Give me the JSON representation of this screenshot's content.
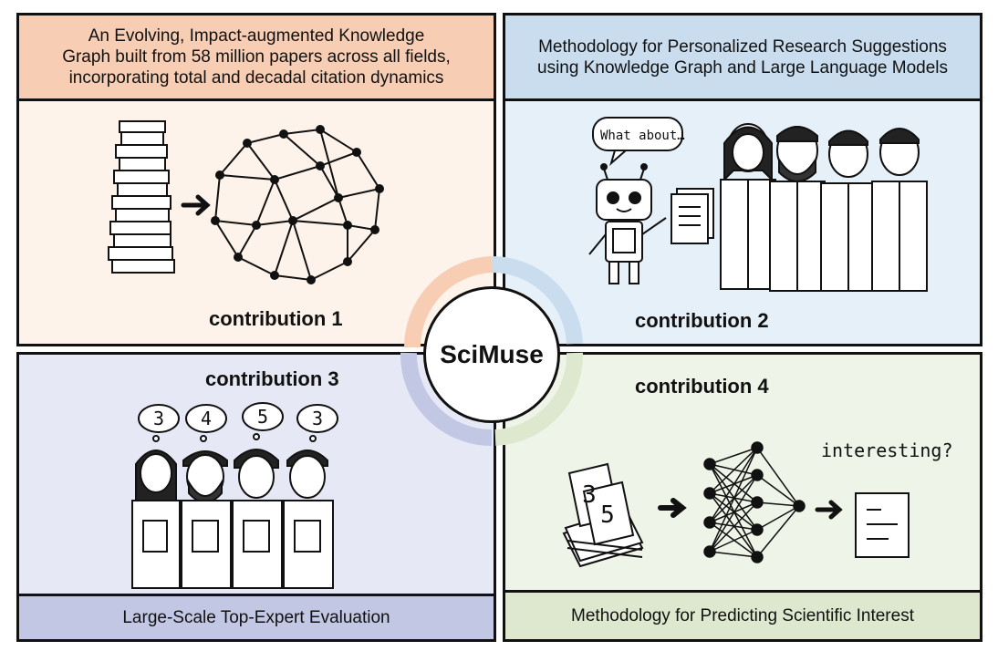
{
  "panel1": {
    "header": [
      "An Evolving, Impact-augmented Knowledge",
      "Graph built from 58 million papers across all fields,",
      "incorporating total and decadal citation dynamics"
    ],
    "label": "contribution 1",
    "colors": {
      "header": "#f7cdb3",
      "body": "#fdf3ea"
    },
    "icons": [
      "book-stack-icon",
      "arrow-icon",
      "knowledge-graph-icon"
    ]
  },
  "panel2": {
    "header": [
      "Methodology for Personalized Research Suggestions",
      "using Knowledge Graph and Large Language Models"
    ],
    "label": "contribution 2",
    "speech": "What about…",
    "colors": {
      "header": "#c9ddef",
      "body": "#e6f0f8"
    },
    "icons": [
      "robot-icon",
      "documents-icon",
      "scientists-icon"
    ]
  },
  "panel3": {
    "label": "contribution 3",
    "ratings": [
      "3",
      "4",
      "5",
      "3"
    ],
    "footer": "Large-Scale Top-Expert Evaluation",
    "colors": {
      "footer": "#c2c7e4",
      "body": "#e7e8f5"
    },
    "icons": [
      "experts-icon",
      "thought-bubble-icon"
    ]
  },
  "panel4": {
    "label": "contribution 4",
    "annotation": "interesting?",
    "cards": [
      "3",
      "5"
    ],
    "footer": "Methodology for Predicting Scientific Interest",
    "colors": {
      "footer": "#dde8cf",
      "body": "#eef4e7"
    },
    "icons": [
      "paper-pile-icon",
      "neural-network-icon",
      "document-icon"
    ]
  },
  "center": {
    "title": "SciMuse",
    "ring_colors": [
      "#f7cdb3",
      "#c9ddef",
      "#c2c7e4",
      "#dde8cf"
    ]
  }
}
